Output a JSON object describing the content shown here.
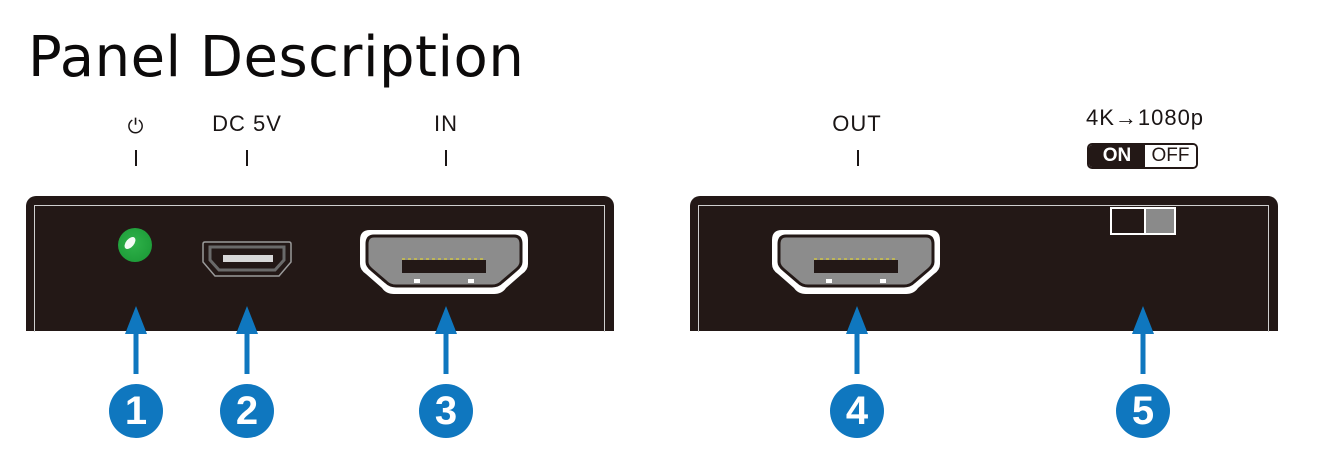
{
  "title": "Panel Description",
  "colors": {
    "panel": "#231816",
    "accent_blue": "#0f77bf",
    "led_green": "#1f9e3a"
  },
  "top_labels": {
    "power": "⏻",
    "dc": "DC 5V",
    "in": "IN",
    "out": "OUT",
    "scaler": "4K→1080p"
  },
  "switch_legend": {
    "on": "ON",
    "off": "OFF"
  },
  "callouts": [
    {
      "number": "1",
      "target": "power-led"
    },
    {
      "number": "2",
      "target": "dc-5v-port"
    },
    {
      "number": "3",
      "target": "hdmi-in-port"
    },
    {
      "number": "4",
      "target": "hdmi-out-port"
    },
    {
      "number": "5",
      "target": "4k-to-1080p-switch"
    }
  ]
}
